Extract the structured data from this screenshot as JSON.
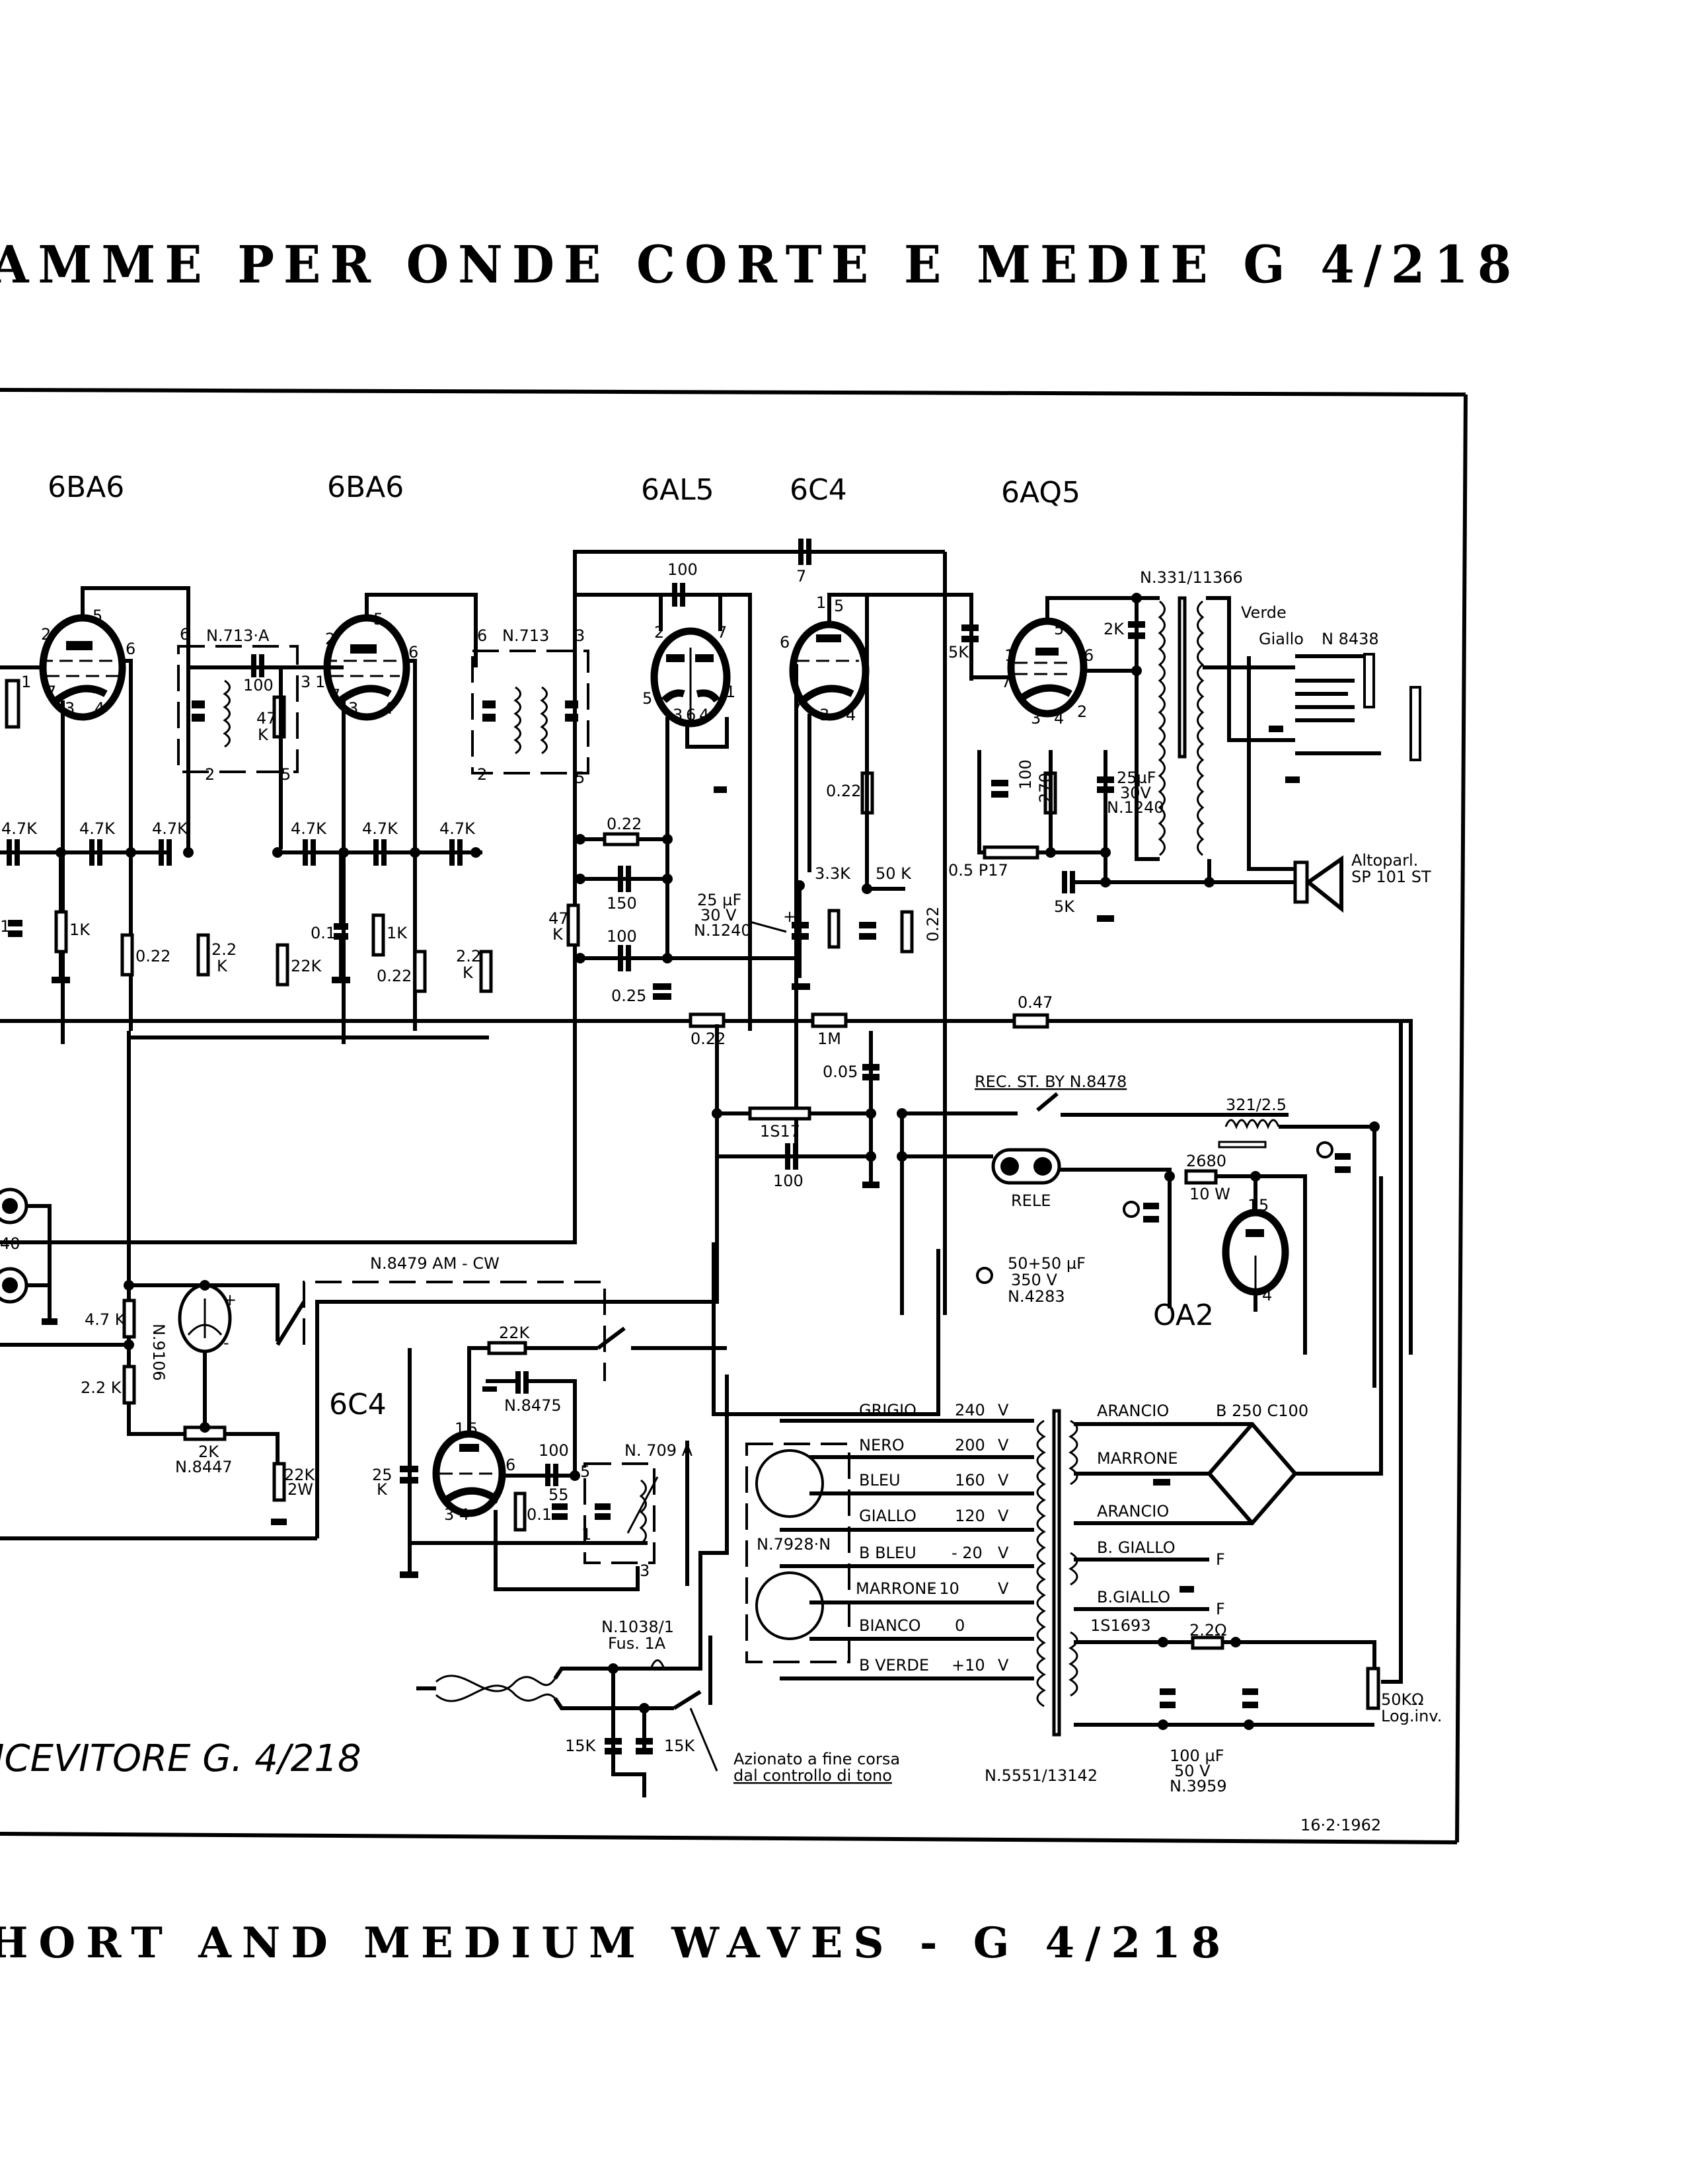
{
  "page": {
    "title_italian": "AMME PER ONDE CORTE E MEDIE G 4/218",
    "title_english": "HORT AND MEDIUM WAVES - G 4/218",
    "caption": "ICEVITORE G. 4/218",
    "date": "16·2·1962"
  },
  "tubes": [
    {
      "id": "v1",
      "type": "6BA6"
    },
    {
      "id": "v2",
      "type": "6BA6"
    },
    {
      "id": "v3",
      "type": "6AL5"
    },
    {
      "id": "v4",
      "type": "6C4"
    },
    {
      "id": "v5",
      "type": "6AQ5"
    },
    {
      "id": "v6",
      "type": "6C4"
    },
    {
      "id": "v7",
      "type": "OA2"
    }
  ],
  "pins": {
    "v1": [
      "5",
      "2",
      "6",
      "1",
      "7",
      "3",
      "4"
    ],
    "v2": [
      "5",
      "2",
      "6",
      "1",
      "7",
      "3",
      "4"
    ],
    "v3": [
      "2",
      "7",
      "5",
      "1",
      "3",
      "6",
      "4"
    ],
    "v4": [
      "1",
      "5",
      "6",
      "7",
      "3",
      "4"
    ],
    "v5": [
      "5",
      "6",
      "1",
      "7",
      "3",
      "4",
      "2"
    ],
    "v6": [
      "1",
      "5",
      "6",
      "7",
      "3",
      "4"
    ],
    "v7": [
      "1",
      "5",
      "4"
    ]
  },
  "transformers": {
    "if1": {
      "label": "N.713·A",
      "cap": "100",
      "res": "47",
      "res_unit": "K",
      "pins": [
        "6",
        "3",
        "2",
        "5"
      ]
    },
    "if2": {
      "label": "N.713",
      "pins": [
        "6",
        "3",
        "2",
        "5"
      ]
    },
    "output": {
      "label": "N.331/11366",
      "taps": [
        "Verde",
        "Giallo"
      ]
    },
    "bfo_coil": {
      "label": "N. 709 A",
      "pins": [
        "5",
        "1",
        "3"
      ]
    },
    "power": {
      "label": "N.5551/13142"
    }
  },
  "ladder": {
    "caps_left": [
      "4.7K",
      "4.7K",
      "4.7K"
    ],
    "caps_right": [
      "4.7K",
      "4.7K",
      "4.7K"
    ],
    "left_parts": [
      "1",
      "1K",
      "0.22",
      "2.2",
      "K",
      "0.1"
    ],
    "right_parts": [
      "0.1",
      "1K",
      "22K",
      "0.22",
      "2.2",
      "K"
    ]
  },
  "detector": {
    "c_top": "100",
    "c_coupling": "7",
    "r_022": "0.22",
    "c_150": "150",
    "r_47k_a": "47",
    "r_47k_b": "K",
    "c_100": "100",
    "c_025": "0.25",
    "r_022_bus": "0.22",
    "r_1m": "1M",
    "elec_cap": [
      "25 µF",
      "30 V",
      "N.1240"
    ],
    "r_33k": "3.3K",
    "pot_50k": "50 K",
    "r_022_v": "0.22",
    "r_022_plate": "0.22",
    "c_005": "0.05",
    "r_1s17": "1S17",
    "c_100_b": "100"
  },
  "audio_out": {
    "c_5k_grid": "5K",
    "c_2k": "2K",
    "c_100": "100",
    "r_270": "270",
    "elec_cap": [
      "25µF",
      "30V",
      "N.1240"
    ],
    "pot": "0.5 P17",
    "c_5k": "5K",
    "r_047": "0.47",
    "jack": "N 8438",
    "speaker": [
      "Altoparl.",
      "SP 101 ST"
    ]
  },
  "power_section": {
    "standby_switch": "REC. ST. BY N.8478",
    "relay": "RELE",
    "choke": "321/2.5",
    "r_2680": "2680",
    "r_10w": "10 W",
    "filter_cap": [
      "50+50 µF",
      "350 V",
      "N.4283"
    ],
    "bridge": "B 250 C100",
    "primary_taps": [
      {
        "color": "GRIGIO",
        "volt": "240",
        "unit": "V"
      },
      {
        "color": "NERO",
        "volt": "200",
        "unit": "V"
      },
      {
        "color": "BLEU",
        "volt": "160",
        "unit": "V"
      },
      {
        "color": "GIALLO",
        "volt": "120",
        "unit": "V"
      },
      {
        "color": "B BLEU",
        "volt": "- 20",
        "unit": "V"
      },
      {
        "color": "MARRONE",
        "volt": "- 10",
        "unit": "V"
      },
      {
        "color": "BIANCO",
        "volt": "0",
        "unit": ""
      },
      {
        "color": "B VERDE",
        "volt": "+10",
        "unit": "V"
      }
    ],
    "selector": "N.7928·N",
    "secondary": [
      "ARANCIO",
      "MARRONE",
      "ARANCIO"
    ],
    "heater": [
      "B. GIALLO",
      "B.GIALLO"
    ],
    "heater_out": "F",
    "diode": "1S1693",
    "r_22": "2.2Ω",
    "bias_cap": [
      "100 µF",
      "50 V",
      "N.3959"
    ],
    "pot_50k": [
      "50KΩ",
      "Log.inv."
    ],
    "fuse": [
      "N.1038/1",
      "Fus. 1A"
    ],
    "mains_caps": [
      "15K",
      "15K"
    ],
    "mains_switch": [
      "Azionato a fine corsa",
      "dal controllo di tono"
    ]
  },
  "meter_section": {
    "meter": "N.9106",
    "mode_switch": "N.8479  AM - CW",
    "r_47k": "4.7 K",
    "r_22k": "2.2 K",
    "pot": [
      "2K",
      "N.8447"
    ],
    "r_22k_2w": [
      "22K",
      "2W"
    ],
    "left_cap": "40"
  },
  "bfo": {
    "r_22k": "22K",
    "trimmer": "N.8475",
    "c_25k": [
      "25",
      "K"
    ],
    "c_100": "100",
    "c_55": "55",
    "r_01": "0.1"
  }
}
